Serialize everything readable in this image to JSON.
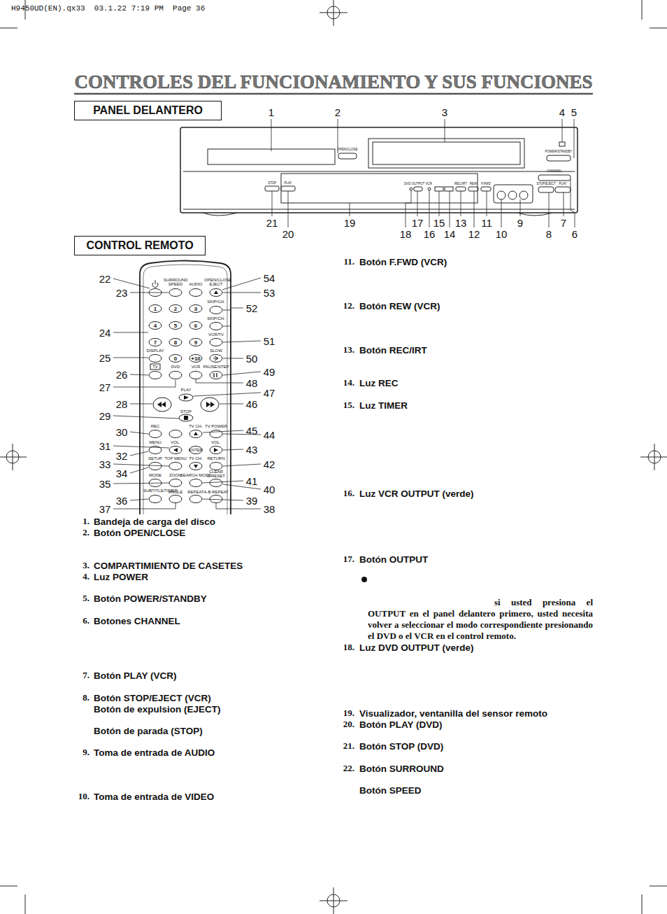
{
  "diagram": {
    "title": "CONTROLES DEL FUNCIONAMIENTO Y SUS FUNCIONES",
    "nodes": [
      {
        "text": [
          "PANEL DELANTERO"
        ]
      },
      {
        "text": [
          "CONTROL REMOTO"
        ]
      }
    ],
    "labels": [
      "H9450UD(EN).qx33  03.1.22 7:19 PM  Page 36",
      "1",
      "2",
      "3",
      "4",
      "5",
      "21",
      "19",
      "17",
      "15",
      "13",
      "11",
      "9",
      "7",
      "20",
      "18",
      "16",
      "14",
      "12",
      "10",
      "8",
      "6",
      "22",
      "23",
      "24",
      "25",
      "26",
      "27",
      "28",
      "29",
      "30",
      "31",
      "32",
      "33",
      "34",
      "35",
      "36",
      "37",
      "54",
      "53",
      "52",
      "51",
      "50",
      "49",
      "48",
      "47",
      "46",
      "45",
      "44",
      "43",
      "42",
      "41",
      "40",
      "39",
      "38",
      "OPEN/CLOSE",
      "POWER/STANDBY",
      "STOP",
      "PLAY",
      "DVD OUTPUT VCR",
      "REC/IRT",
      "REW",
      "F.FWD",
      "CHANNEL",
      "STOP/EJECT",
      "PLAY",
      "SURROUND SPEED",
      "AUDIO",
      "OPEN/CLOSE EJECT",
      "SKIP/CH.",
      "SKIP/CH.",
      "1",
      "2",
      "3",
      "4",
      "5",
      "6",
      "7",
      "8",
      "9",
      "VCR/TV",
      "DISPLAY",
      "SLOW",
      "0",
      "+10",
      "TV",
      "DVD",
      "VCR",
      "PAUSE/STEP",
      "PLAY",
      "STOP",
      "REC",
      "TV CH.",
      "TV POWER",
      "MENU",
      "VOL.",
      "VOL.",
      "ENTER",
      "SETUP",
      "TOP MENU",
      "TV CH.",
      "RETURN",
      "MODE",
      "ZOOM",
      "SEARCH MODE",
      "CLEAR C.RESET",
      "SUBTITLE/TIMER",
      "ANGLE",
      "REPEAT",
      "A-B REPEAT",
      "1.",
      "Bandeja de carga del disco",
      "2.",
      "Botón OPEN/CLOSE",
      "3.",
      "COMPARTIMIENTO DE CASETES",
      "4.",
      "Luz POWER",
      "5.",
      "Botón POWER/STANDBY",
      "6.",
      "Botones CHANNEL",
      "7.",
      "Botón PLAY (VCR)",
      "8.",
      "Botón STOP/EJECT (VCR)",
      "Botón de expulsion (EJECT)",
      "Botón de parada (STOP)",
      "9.",
      "Toma de entrada de AUDIO",
      "10.",
      "Toma de entrada de VIDEO",
      "11.",
      "Botón F.FWD (VCR)",
      "12.",
      "Botón REW (VCR)",
      "13.",
      "Botón REC/IRT",
      "14.",
      "Luz REC",
      "15.",
      "Luz TIMER",
      "16.",
      "Luz VCR OUTPUT (verde)",
      "17.",
      "Botón OUTPUT",
      "si usted presiona el OUTPUT en el panel delantero primero, usted necesita volver a seleccionar el modo correspondiente presionando el DVD o el VCR en el control remoto.",
      "18.",
      "Luz DVD OUTPUT (verde)",
      "19.",
      "Visualizador, ventanilla del sensor remoto",
      "20.",
      "Botón PLAY (DVD)",
      "21.",
      "Botón STOP (DVD)",
      "22.",
      "Botón SURROUND",
      "Botón SPEED"
    ]
  }
}
